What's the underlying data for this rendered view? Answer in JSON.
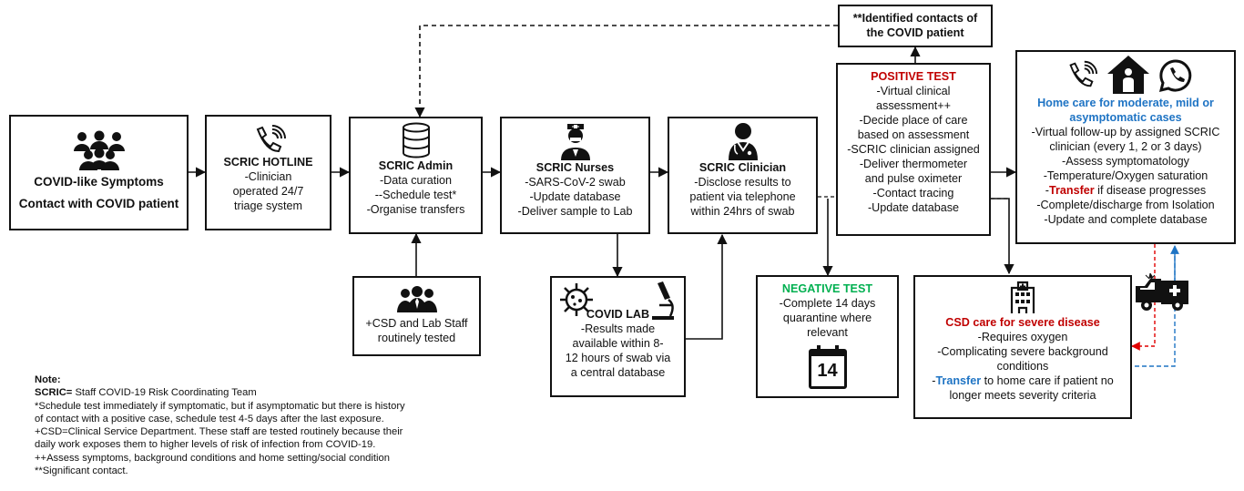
{
  "colors": {
    "positive": "#c00000",
    "negative": "#00b050",
    "homecare": "#1f74c4",
    "transfer_red": "#e00000",
    "transfer_blue": "#1f74c4"
  },
  "symptoms": {
    "line1": "COVID-like Symptoms",
    "line2": "Contact with COVID patient",
    "icon": "people-group-icon"
  },
  "hotline": {
    "title": "SCRIC HOTLINE",
    "lines": [
      "-Clinician",
      "operated 24/7",
      "triage system"
    ],
    "icon": "phone-ringing-icon"
  },
  "admin": {
    "title": "SCRIC Admin",
    "lines": [
      "-Data curation",
      "--Schedule test*",
      "-Organise transfers"
    ],
    "icon": "database-icon"
  },
  "staff_tested": {
    "lines": [
      "+CSD and Lab Staff",
      "routinely tested"
    ],
    "icon": "staff-group-icon"
  },
  "nurses": {
    "title": "SCRIC Nurses",
    "lines": [
      "-SARS-CoV-2 swab",
      "-Update database",
      "-Deliver sample to Lab"
    ],
    "icon": "nurse-icon"
  },
  "lab": {
    "title": "COVID LAB",
    "lines": [
      "-Results made",
      "available within 8-",
      "12 hours of swab via",
      "a central database"
    ],
    "icons": [
      "virus-icon",
      "microscope-icon"
    ]
  },
  "clinician": {
    "title": "SCRIC Clinician",
    "lines": [
      "-Disclose results to",
      "patient via telephone",
      "within 24hrs of swab"
    ],
    "icon": "doctor-icon"
  },
  "contacts": {
    "lines": [
      "**Identified contacts of",
      "the COVID patient"
    ]
  },
  "positive": {
    "title": "POSITIVE TEST",
    "lines": [
      "-Virtual clinical",
      "assessment++",
      "-Decide place of care",
      "based on assessment",
      "-SCRIC clinician assigned",
      "-Deliver thermometer",
      "and pulse oximeter",
      "-Contact tracing",
      "-Update database"
    ]
  },
  "negative": {
    "title": "NEGATIVE TEST",
    "lines": [
      "-Complete 14 days",
      "quarantine where",
      "relevant"
    ],
    "calendar_day": "14"
  },
  "homecare": {
    "title_lines": [
      "Home care for moderate, mild or",
      "asymptomatic cases"
    ],
    "lines": [
      "-Virtual follow-up by assigned SCRIC",
      "clinician (every 1, 2 or 3 days)",
      "-Assess symptomatology",
      "-Temperature/Oxygen saturation"
    ],
    "transfer_dash": "-",
    "transfer_word": "Transfer",
    "transfer_rest": " if disease progresses",
    "lines2": [
      "-Complete/discharge from Isolation",
      "-Update and complete database"
    ],
    "icons": [
      "phone-icon",
      "home-person-icon",
      "whatsapp-icon"
    ]
  },
  "csd": {
    "title": "CSD care for severe disease",
    "lines": [
      "-Requires oxygen",
      "-Complicating severe background",
      "conditions"
    ],
    "transfer_dash": "-",
    "transfer_word": "Transfer",
    "transfer_rest": " to home care if patient no",
    "lines2": [
      "longer meets severity criteria"
    ],
    "icon": "hospital-icon"
  },
  "ambulance": {
    "icon": "ambulance-icon"
  },
  "note": {
    "heading": "Note:",
    "scric_abbr": "SCRIC=",
    "scric_def": " Staff COVID-19 Risk Coordinating Team",
    "lines": [
      "*Schedule test immediately if symptomatic, but if asymptomatic but there is history",
      "of contact with a positive case, schedule test 4-5 days after the last exposure.",
      "+CSD=Clinical Service Department. These staff are tested routinely because their",
      "daily work exposes them to higher levels of risk of infection from COVID-19.",
      "++Assess symptoms, background conditions and home setting/social condition",
      "**Significant contact."
    ]
  }
}
